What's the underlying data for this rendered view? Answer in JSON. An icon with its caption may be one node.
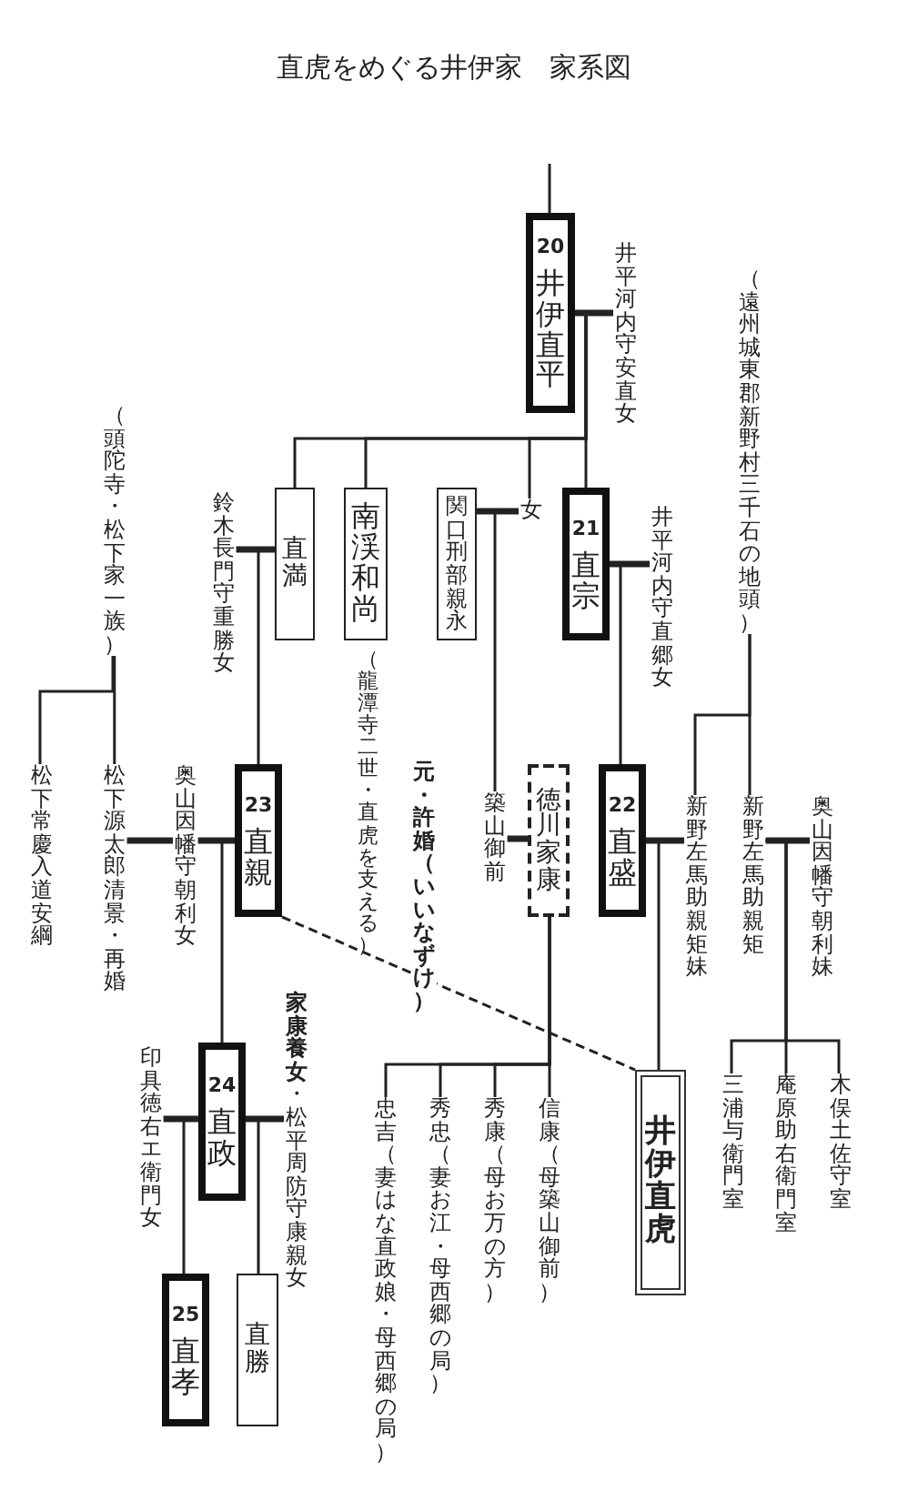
{
  "diagram": {
    "title": "直虎をめぐる井伊家　家系図",
    "nodes": [
      {
        "text": [
          "20",
          "井伊直平"
        ]
      },
      {
        "text": [
          "井平河内守安直女"
        ]
      },
      {
        "text": [
          "直満"
        ]
      },
      {
        "text": [
          "南渓和尚"
        ],
        "beside": [
          "（龍潭寺二世・直虎を支える）"
        ]
      },
      {
        "text": [
          "関口刑部親永"
        ]
      },
      {
        "text": [
          "女"
        ]
      },
      {
        "text": [
          "21",
          "直宗"
        ]
      },
      {
        "text": [
          "井平河内守直郷女"
        ]
      },
      {
        "text": [
          "鈴木長門守重勝女"
        ]
      },
      {
        "text": [
          "（遠州城東郡新野村三千石の地頭）"
        ]
      },
      {
        "text": [
          "（頭陀寺・松下家一族）"
        ]
      },
      {
        "text": [
          "松下常慶入道安綱"
        ]
      },
      {
        "text": [
          "松下源太郎清景・再婚"
        ]
      },
      {
        "text": [
          "奥山因幡守朝利女"
        ]
      },
      {
        "text": [
          "23",
          "直親"
        ]
      },
      {
        "text": [
          "築山御前"
        ]
      },
      {
        "text": [
          "徳川家康"
        ]
      },
      {
        "text": [
          "22",
          "直盛"
        ]
      },
      {
        "text": [
          "新野左馬助親矩妹"
        ]
      },
      {
        "text": [
          "新野左馬助親矩"
        ]
      },
      {
        "text": [
          "奥山因幡守朝利妹"
        ]
      },
      {
        "text": [
          "井伊直虎"
        ]
      },
      {
        "text": [
          "三浦与衛門室"
        ]
      },
      {
        "text": [
          "庵原助右衛門室"
        ]
      },
      {
        "text": [
          "木俣土佐守室"
        ]
      },
      {
        "text": [
          "24",
          "直政"
        ]
      },
      {
        "text": [
          "印具徳右エ衛門女"
        ]
      },
      {
        "text": [
          "**家康養女**・松平周防守康親女"
        ]
      },
      {
        "text": [
          "25",
          "直孝"
        ]
      },
      {
        "text": [
          "直勝"
        ]
      },
      {
        "text": [
          "信康（母築山御前）"
        ]
      },
      {
        "text": [
          "秀康（母お万の方）"
        ]
      },
      {
        "text": [
          "秀忠（妻お江・母西郷の局）"
        ]
      },
      {
        "text": [
          "忠吉（妻はな直政娘・母西郷の局）"
        ]
      }
    ],
    "edges": [
      {
        "from": null,
        "to": 0,
        "arrow": "none"
      },
      {
        "from": 0,
        "to": 1,
        "arrow": "none",
        "style": "thick"
      },
      {
        "from": 0,
        "to": 2,
        "arrow": "none"
      },
      {
        "from": 0,
        "to": 3,
        "arrow": "none"
      },
      {
        "from": 0,
        "to": 5,
        "arrow": "none"
      },
      {
        "from": 0,
        "to": 6,
        "arrow": "none"
      },
      {
        "from": 4,
        "to": 5,
        "arrow": "none",
        "style": "thick"
      },
      {
        "from": 4,
        "to": 15,
        "arrow": "none"
      },
      {
        "from": 2,
        "to": 8,
        "arrow": "none",
        "style": "thick"
      },
      {
        "from": 2,
        "to": 14,
        "arrow": "none"
      },
      {
        "from": 6,
        "to": 7,
        "arrow": "none",
        "style": "thick"
      },
      {
        "from": 6,
        "to": 17,
        "arrow": "none"
      },
      {
        "from": 10,
        "to": 11,
        "arrow": "none"
      },
      {
        "from": 10,
        "to": 12,
        "arrow": "none"
      },
      {
        "from": 12,
        "to": 13,
        "arrow": "none",
        "style": "thick"
      },
      {
        "from": 13,
        "to": 14,
        "arrow": "none",
        "style": "thick"
      },
      {
        "from": 14,
        "to": 25,
        "arrow": "none"
      },
      {
        "from": 15,
        "to": 16,
        "arrow": "none",
        "style": "thick"
      },
      {
        "from": 16,
        "to": 30,
        "arrow": "none"
      },
      {
        "from": 16,
        "to": 31,
        "arrow": "none"
      },
      {
        "from": 16,
        "to": 32,
        "arrow": "none"
      },
      {
        "from": 16,
        "to": 33,
        "arrow": "none"
      },
      {
        "from": 17,
        "to": 18,
        "arrow": "none",
        "style": "thick"
      },
      {
        "from": 17,
        "to": 21,
        "arrow": "none"
      },
      {
        "from": 9,
        "to": 18,
        "arrow": "none"
      },
      {
        "from": 9,
        "to": 19,
        "arrow": "none"
      },
      {
        "from": 19,
        "to": 20,
        "arrow": "none",
        "style": "thick"
      },
      {
        "from": 19,
        "to": 22,
        "arrow": "none"
      },
      {
        "from": 19,
        "to": 23,
        "arrow": "none"
      },
      {
        "from": 19,
        "to": 24,
        "arrow": "none"
      },
      {
        "from": 14,
        "to": 21,
        "arrow": "none",
        "style": "dashed",
        "label": "元・許婚（いいなずけ）"
      },
      {
        "from": 25,
        "to": 26,
        "arrow": "none",
        "style": "thick"
      },
      {
        "from": 25,
        "to": 27,
        "arrow": "none",
        "style": "thick"
      },
      {
        "from": 25,
        "to": 28,
        "arrow": "none"
      },
      {
        "from": 25,
        "to": 29,
        "arrow": "none"
      }
    ]
  }
}
